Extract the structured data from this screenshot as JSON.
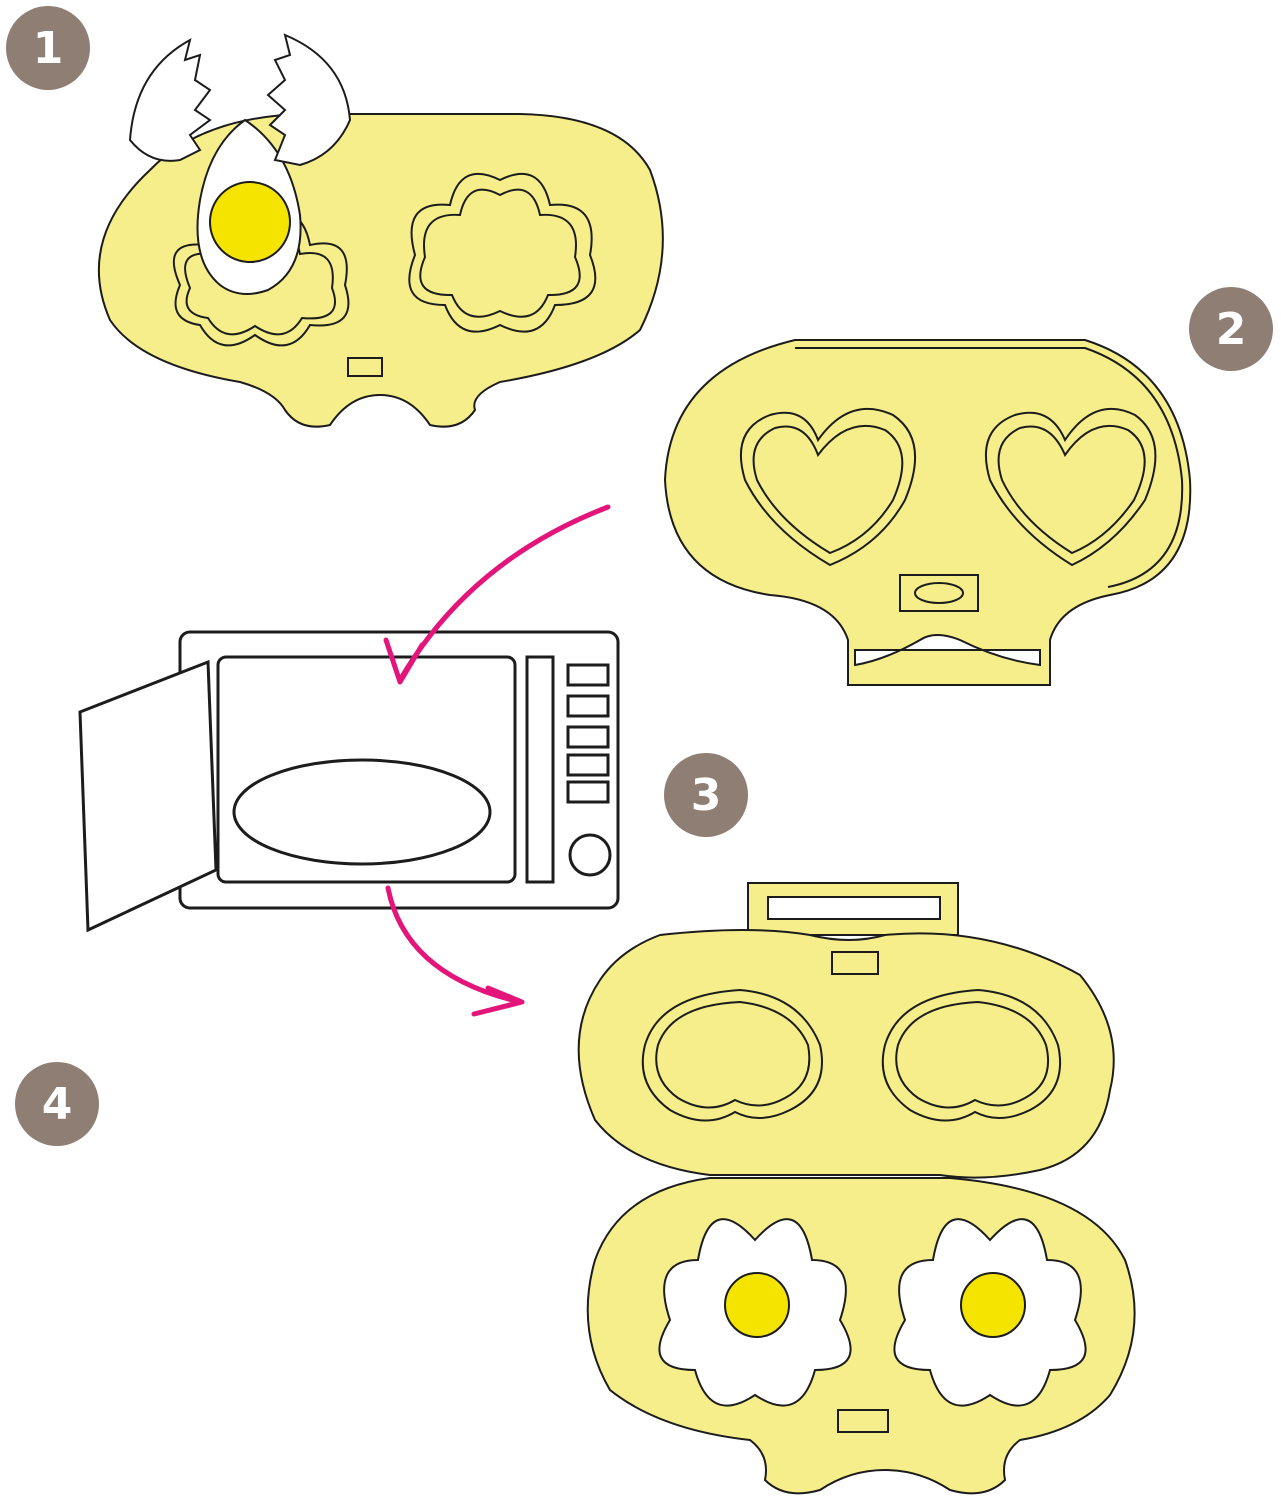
{
  "steps": [
    {
      "number": "1"
    },
    {
      "number": "2"
    },
    {
      "number": "3"
    },
    {
      "number": "4"
    }
  ],
  "colors": {
    "mold_fill": "#f6ee8a",
    "outline": "#1c1c1c",
    "badge": "#8e7e73",
    "badge_text": "#ffffff",
    "arrow": "#e3157a",
    "yolk": "#f5e400",
    "egg_white": "#ffffff"
  }
}
